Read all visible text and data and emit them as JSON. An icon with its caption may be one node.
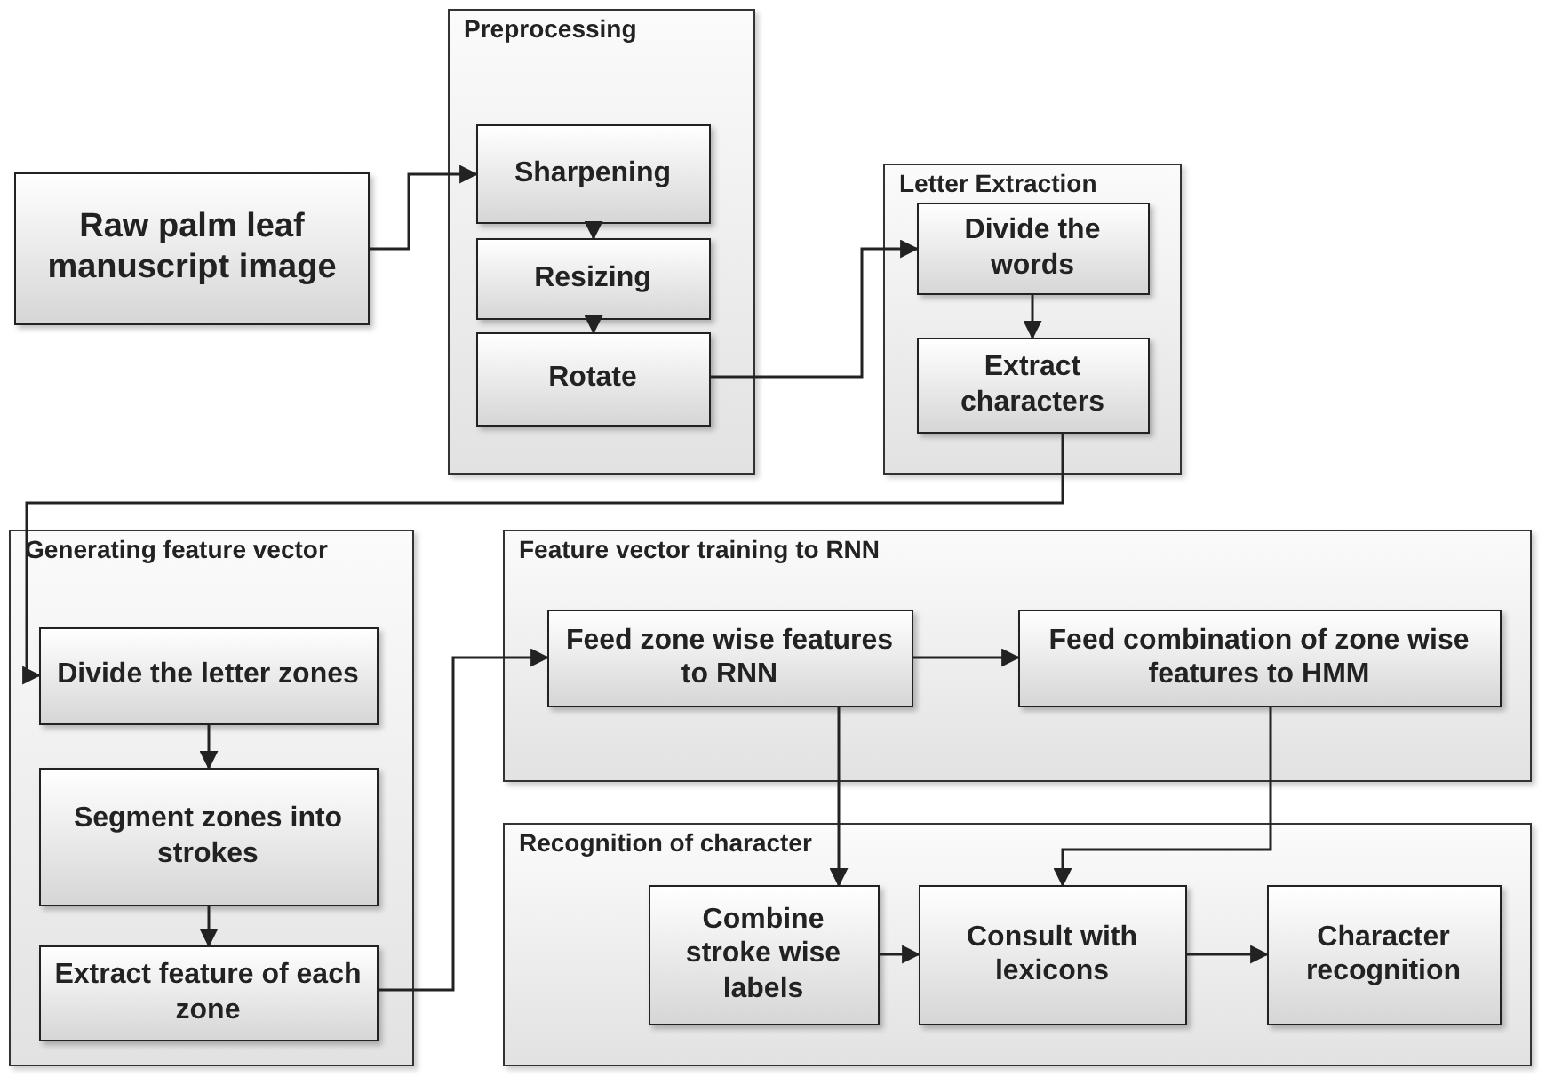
{
  "diagram": {
    "nodes": [
      {
        "text": [
          "Raw palm leaf manuscript image"
        ]
      },
      {
        "text": [
          "Preprocessing"
        ]
      },
      {
        "text": [
          "Sharpening"
        ],
        "in": 1
      },
      {
        "text": [
          "Resizing"
        ],
        "in": 1
      },
      {
        "text": [
          "Rotate"
        ],
        "in": 1
      },
      {
        "text": [
          "Letter Extraction"
        ]
      },
      {
        "text": [
          "Divide the words"
        ],
        "in": 5
      },
      {
        "text": [
          "Extract characters"
        ],
        "in": 5
      },
      {
        "text": [
          "Generating feature vector"
        ]
      },
      {
        "text": [
          "Divide the letter zones"
        ],
        "in": 8
      },
      {
        "text": [
          "Segment zones into strokes"
        ],
        "in": 8
      },
      {
        "text": [
          "Extract feature of each zone"
        ],
        "in": 8
      },
      {
        "text": [
          "Feature vector training to RNN"
        ]
      },
      {
        "text": [
          "Feed zone wise features to RNN"
        ],
        "in": 12
      },
      {
        "text": [
          "Feed combination of zone wise features to HMM"
        ],
        "in": 12
      },
      {
        "text": [
          "Recognition of character"
        ]
      },
      {
        "text": [
          "Combine stroke wise labels"
        ],
        "in": 15
      },
      {
        "text": [
          "Consult with lexicons"
        ],
        "in": 15
      },
      {
        "text": [
          "Character recognition"
        ],
        "in": 15
      }
    ],
    "edges": [
      {
        "from": 0,
        "to": 2,
        "arrow": "to"
      },
      {
        "from": 2,
        "to": 3,
        "arrow": "to"
      },
      {
        "from": 3,
        "to": 4,
        "arrow": "to"
      },
      {
        "from": 4,
        "to": 6,
        "arrow": "to"
      },
      {
        "from": 6,
        "to": 7,
        "arrow": "to"
      },
      {
        "from": 7,
        "to": 9,
        "arrow": "to"
      },
      {
        "from": 9,
        "to": 10,
        "arrow": "to"
      },
      {
        "from": 10,
        "to": 11,
        "arrow": "to"
      },
      {
        "from": 11,
        "to": 13,
        "arrow": "to"
      },
      {
        "from": 13,
        "to": 14,
        "arrow": "to"
      },
      {
        "from": 13,
        "to": 16,
        "arrow": "to"
      },
      {
        "from": 14,
        "to": 17,
        "arrow": "to"
      },
      {
        "from": 16,
        "to": 17,
        "arrow": "to"
      },
      {
        "from": 17,
        "to": 18,
        "arrow": "to"
      }
    ]
  }
}
